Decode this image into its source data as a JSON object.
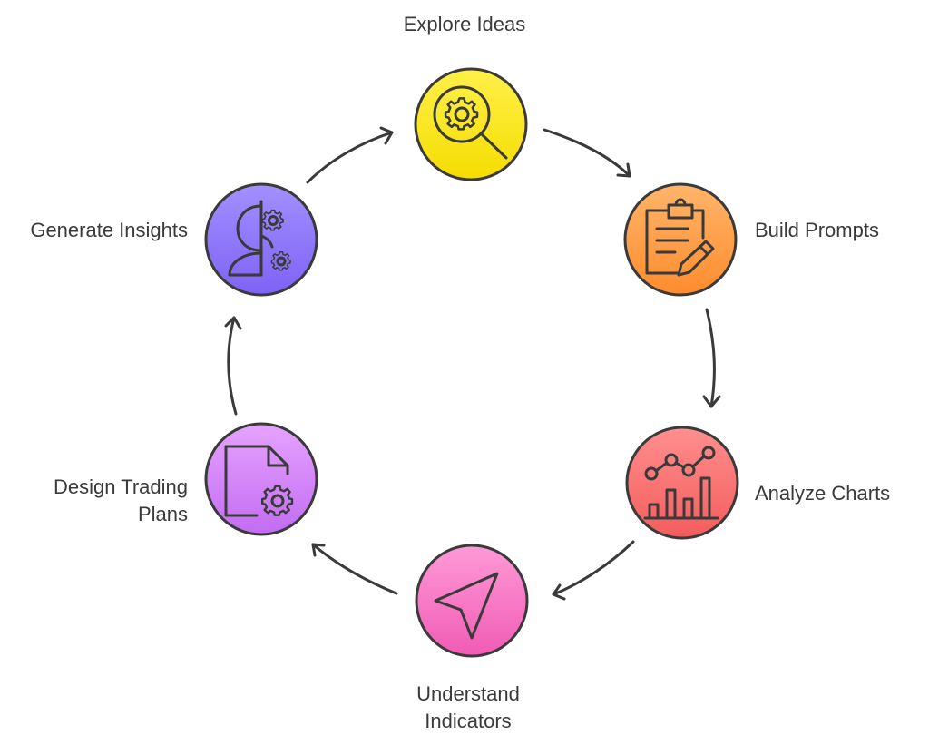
{
  "diagram": {
    "type": "cycle",
    "nodes": [
      {
        "id": "explore",
        "label_lines": [
          "Explore Ideas"
        ],
        "icon": "gear-magnifier-icon",
        "color_top": "#FFF04A",
        "color_bottom": "#F5DD00"
      },
      {
        "id": "build",
        "label_lines": [
          "Build Prompts"
        ],
        "icon": "clipboard-pencil-icon",
        "color_top": "#FFB56A",
        "color_bottom": "#FF8C2E"
      },
      {
        "id": "analyze",
        "label_lines": [
          "Analyze Charts"
        ],
        "icon": "line-bar-chart-icon",
        "color_top": "#FF8F8F",
        "color_bottom": "#F45C5C"
      },
      {
        "id": "understand",
        "label_lines": [
          "Understand",
          "Indicators"
        ],
        "icon": "navigation-arrow-icon",
        "color_top": "#FF9AD6",
        "color_bottom": "#F05BB5"
      },
      {
        "id": "design",
        "label_lines": [
          "Design Trading",
          "Plans"
        ],
        "icon": "document-gear-icon",
        "color_top": "#E6A3FF",
        "color_bottom": "#C26CF2"
      },
      {
        "id": "generate",
        "label_lines": [
          "Generate Insights"
        ],
        "icon": "head-gears-icon",
        "color_top": "#A390FF",
        "color_bottom": "#7E62F5"
      }
    ],
    "edges": [
      {
        "from": "explore",
        "to": "build"
      },
      {
        "from": "build",
        "to": "analyze"
      },
      {
        "from": "analyze",
        "to": "understand"
      },
      {
        "from": "understand",
        "to": "design"
      },
      {
        "from": "design",
        "to": "generate"
      },
      {
        "from": "generate",
        "to": "explore"
      }
    ]
  },
  "colors": {
    "outline": "#3A3A3A",
    "text": "#3A3A3A",
    "background": "#FFFFFF"
  }
}
